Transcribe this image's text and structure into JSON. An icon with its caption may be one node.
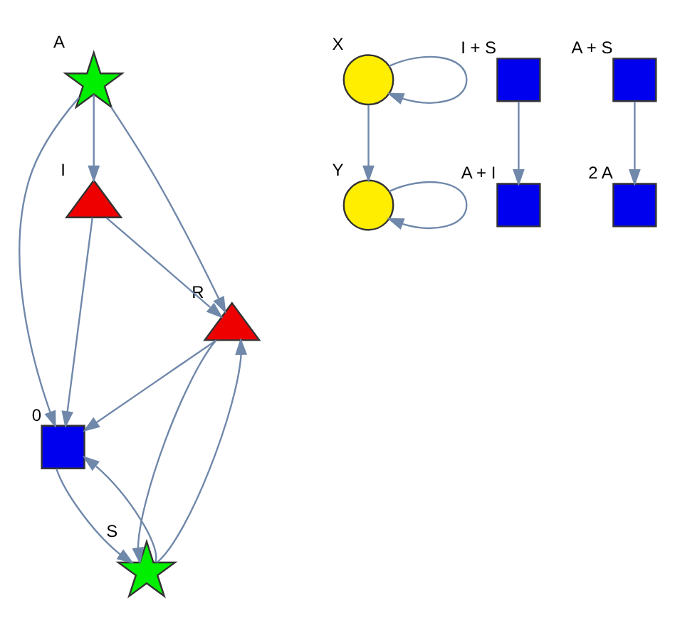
{
  "diagram": {
    "nodes": [
      {
        "text": [],
        "shape": "star",
        "beside": [
          "A"
        ]
      },
      {
        "text": [],
        "shape": "triangle",
        "beside": [
          "I"
        ]
      },
      {
        "text": [],
        "shape": "triangle",
        "beside": [
          "R"
        ]
      },
      {
        "text": [],
        "shape": "box",
        "beside": [
          "0"
        ]
      },
      {
        "text": [],
        "shape": "star",
        "beside": [
          "S"
        ]
      },
      {
        "text": [],
        "shape": "circle",
        "beside": [
          "X"
        ]
      },
      {
        "text": [],
        "shape": "circle",
        "beside": [
          "Y"
        ]
      },
      {
        "text": [],
        "shape": "box",
        "beside": [
          "I + S"
        ]
      },
      {
        "text": [],
        "shape": "box",
        "beside": [
          "A + I"
        ]
      },
      {
        "text": [],
        "shape": "box",
        "beside": [
          "A + S"
        ]
      },
      {
        "text": [],
        "shape": "box",
        "beside": [
          "2 A"
        ]
      }
    ],
    "edges": [
      {
        "from": 0,
        "to": 1,
        "arrow": "to"
      },
      {
        "from": 0,
        "to": 3,
        "arrow": "to"
      },
      {
        "from": 0,
        "to": 2,
        "arrow": "to"
      },
      {
        "from": 1,
        "to": 3,
        "arrow": "to"
      },
      {
        "from": 1,
        "to": 2,
        "arrow": "to"
      },
      {
        "from": 2,
        "to": 3,
        "arrow": "to"
      },
      {
        "from": 2,
        "to": 4,
        "arrow": "to"
      },
      {
        "from": 4,
        "to": 2,
        "arrow": "to"
      },
      {
        "from": 3,
        "to": 4,
        "arrow": "to"
      },
      {
        "from": 4,
        "to": 3,
        "arrow": "to"
      },
      {
        "from": 5,
        "to": 5,
        "arrow": "to"
      },
      {
        "from": 5,
        "to": 6,
        "arrow": "to"
      },
      {
        "from": 6,
        "to": 6,
        "arrow": "to"
      },
      {
        "from": 7,
        "to": 8,
        "arrow": "to"
      },
      {
        "from": 9,
        "to": 10,
        "arrow": "to"
      }
    ]
  }
}
